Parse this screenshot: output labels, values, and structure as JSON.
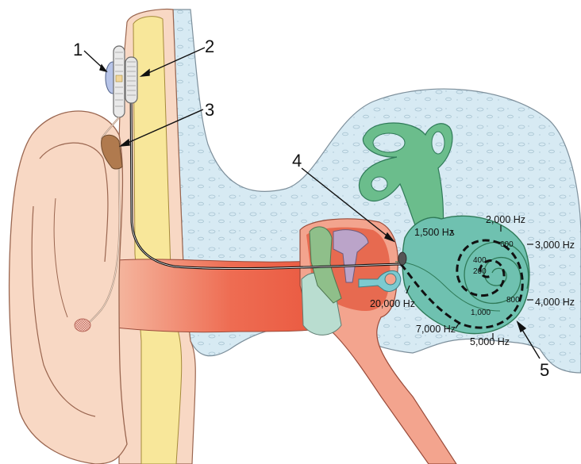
{
  "colors": {
    "background": "#ffffff",
    "bone": "#d7eaf3",
    "skin": "#f8d8c4",
    "fat_yellow": "#f8e79a",
    "canal_red": "#ea5a40",
    "cochlea_teal": "#6fc1b0",
    "canals_green": "#6bbd8c",
    "implant_grey": "#c9cfd6",
    "implant_blue": "#b7c4e8",
    "magnet_brown": "#b07a4e",
    "ossicle_purple": "#bba4c9",
    "ossicle_green": "#8fbf8a"
  },
  "callouts": [
    {
      "id": "1",
      "label": "1"
    },
    {
      "id": "2",
      "label": "2"
    },
    {
      "id": "3",
      "label": "3"
    },
    {
      "id": "4",
      "label": "4"
    },
    {
      "id": "5",
      "label": "5"
    }
  ],
  "frequencies_outer": {
    "f20000": "20,000 Hz",
    "f7000": "7,000 Hz",
    "f5000": "5,000 Hz",
    "f4000": "4,000 Hz",
    "f3000": "3,000 Hz",
    "f2000": "2,000 Hz",
    "f1500": "1,500 Hz"
  },
  "frequencies_inner": {
    "f1000": "1,000",
    "f800": "800",
    "f600": "600",
    "f400": "400",
    "f200": "200"
  }
}
